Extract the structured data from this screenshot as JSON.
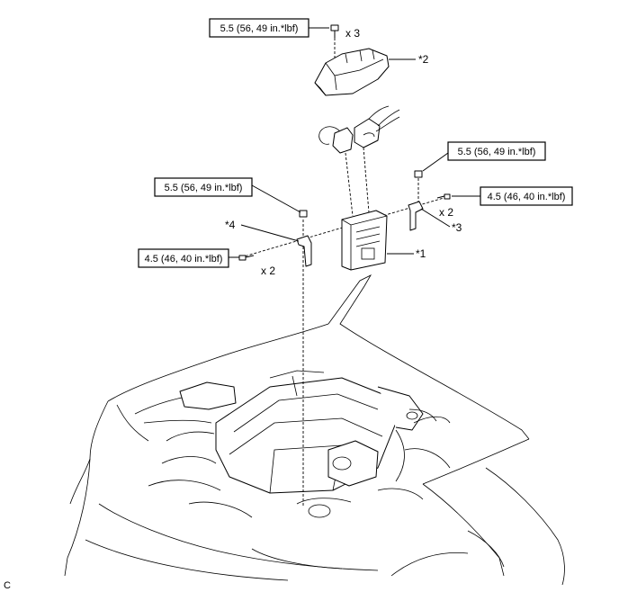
{
  "torque_labels": {
    "cover_bolt": "5.5 (56, 49 in.*lbf)",
    "right_nut": "5.5 (56, 49 in.*lbf)",
    "left_nut": "5.5 (56, 49 in.*lbf)",
    "right_bolt": "4.5 (46, 40 in.*lbf)",
    "left_bolt": "4.5 (46, 40 in.*lbf)"
  },
  "quantities": {
    "cover_bolt": "x 3",
    "right_bolt": "x 2",
    "left_bolt": "x 2"
  },
  "callouts": {
    "ecm": "*1",
    "cover": "*2",
    "right_bracket": "*3",
    "left_bracket": "*4"
  },
  "corner_code": "C"
}
